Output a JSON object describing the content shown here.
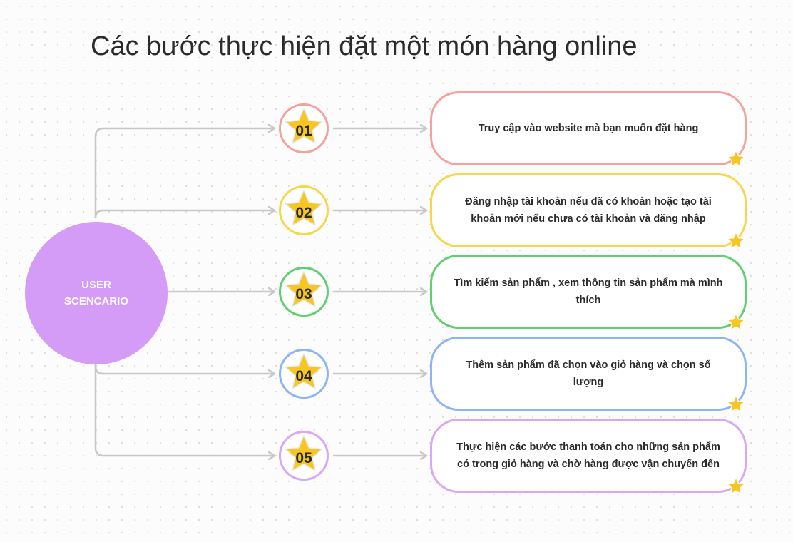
{
  "title": "Các bước thực hiện đặt một món hàng online",
  "center_node": {
    "line1": "USER",
    "line2": "SCENCARIO",
    "color": "#d59cf7"
  },
  "steps": [
    {
      "number": "01",
      "text": "Truy cập vào website mà bạn muốn đặt hàng",
      "color": "#f4a39c"
    },
    {
      "number": "02",
      "text": "Đăng nhập tài khoản nếu đã có khoản hoặc tạo tài khoản mới nếu chưa có tài khoản và đăng nhập",
      "color": "#f8d64a"
    },
    {
      "number": "03",
      "text": "Tìm kiếm sản phẩm , xem thông tin sản phẩm mà mình thích",
      "color": "#5fcf70"
    },
    {
      "number": "04",
      "text": "Thêm sản phẩm đã chọn vào giỏ hàng và chọn số lượng",
      "color": "#8db5f3"
    },
    {
      "number": "05",
      "text": "Thực hiện các bước thanh toán cho những sản phẩm có trong giỏ hàng và chờ hàng được vận chuyển đến",
      "color": "#d9a8f1"
    }
  ],
  "icons": {
    "badge": "star-icon",
    "card_corner": "star-icon"
  },
  "star_color": "#f7c623",
  "connector_color": "#c8c8c8"
}
